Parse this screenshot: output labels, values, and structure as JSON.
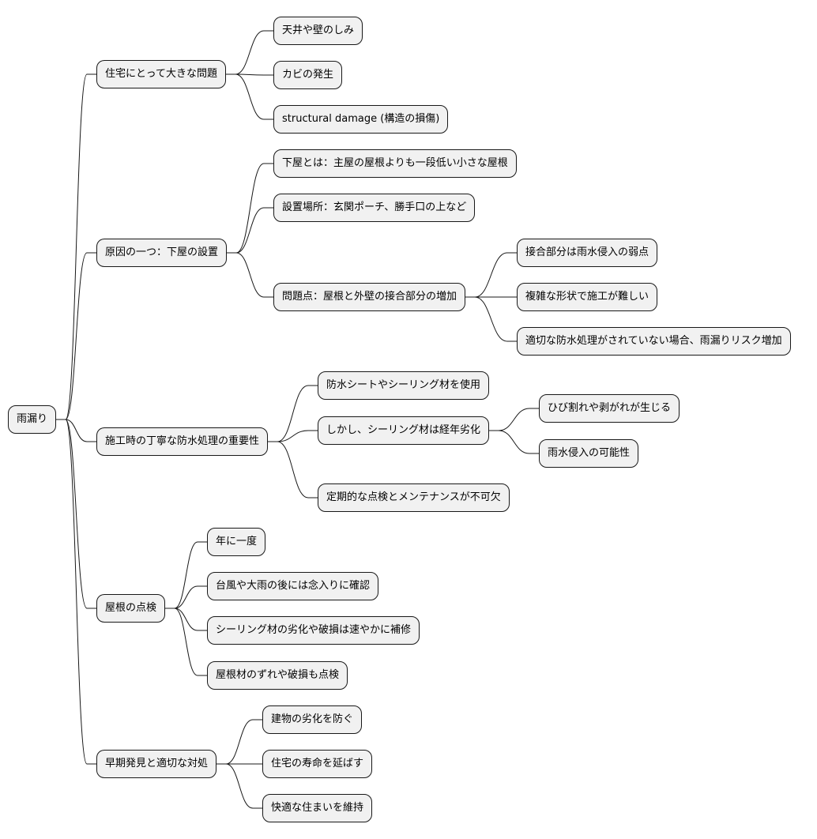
{
  "mindmap": {
    "root": "雨漏り",
    "branches": [
      {
        "label": "住宅にとって大きな問題",
        "children": [
          {
            "label": "天井や壁のしみ"
          },
          {
            "label": "カビの発生"
          },
          {
            "label": "structural damage (構造の損傷)"
          }
        ]
      },
      {
        "label": "原因の一つ：下屋の設置",
        "children": [
          {
            "label": "下屋とは：主屋の屋根よりも一段低い小さな屋根"
          },
          {
            "label": "設置場所：玄関ポーチ、勝手口の上など"
          },
          {
            "label": "問題点：屋根と外壁の接合部分の増加",
            "children": [
              {
                "label": "接合部分は雨水侵入の弱点"
              },
              {
                "label": "複雑な形状で施工が難しい"
              },
              {
                "label": "適切な防水処理がされていない場合、雨漏りリスク増加"
              }
            ]
          }
        ]
      },
      {
        "label": "施工時の丁寧な防水処理の重要性",
        "children": [
          {
            "label": "防水シートやシーリング材を使用"
          },
          {
            "label": "しかし、シーリング材は経年劣化",
            "children": [
              {
                "label": "ひび割れや剥がれが生じる"
              },
              {
                "label": "雨水侵入の可能性"
              }
            ]
          },
          {
            "label": "定期的な点検とメンテナンスが不可欠"
          }
        ]
      },
      {
        "label": "屋根の点検",
        "children": [
          {
            "label": "年に一度"
          },
          {
            "label": "台風や大雨の後には念入りに確認"
          },
          {
            "label": "シーリング材の劣化や破損は速やかに補修"
          },
          {
            "label": "屋根材のずれや破損も点検"
          }
        ]
      },
      {
        "label": "早期発見と適切な対処",
        "children": [
          {
            "label": "建物の劣化を防ぐ"
          },
          {
            "label": "住宅の寿命を延ばす"
          },
          {
            "label": "快適な住まいを維持"
          }
        ]
      }
    ]
  }
}
